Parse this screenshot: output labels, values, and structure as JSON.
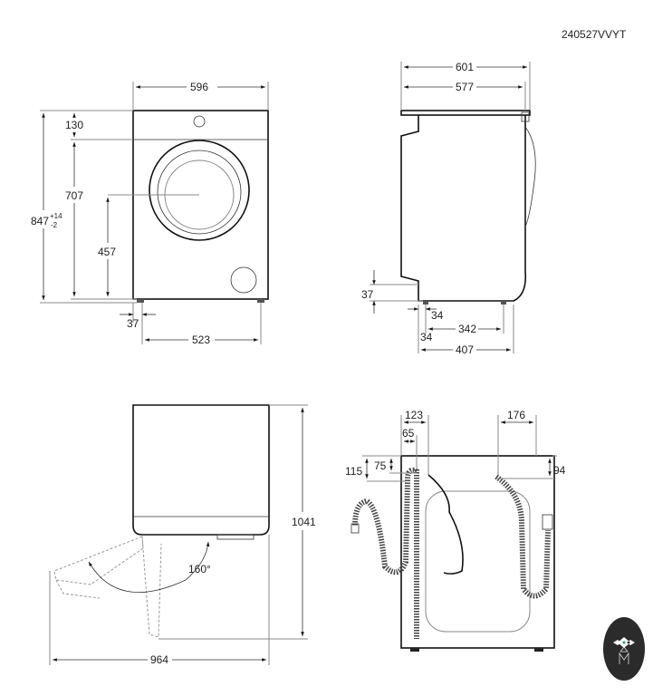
{
  "header": {
    "code": "240527VVYT"
  },
  "front_view": {
    "width": "596",
    "height_total": "847",
    "height_tol_plus": "+14",
    "height_tol_minus": "-2",
    "top_panel": "130",
    "door_to_base": "707",
    "door_center": "457",
    "foot_offset": "37",
    "foot_span": "523"
  },
  "side_view": {
    "depth_total": "601",
    "depth_body": "577",
    "foot_height": "37",
    "foot_a": "34",
    "foot_b": "34",
    "foot_span": "342",
    "depth_base": "407"
  },
  "top_view": {
    "depth_door_open": "1041",
    "width_door_open": "964",
    "door_angle": "160°"
  },
  "back_view": {
    "drain_x": "123",
    "inlet_left_x": "65",
    "inlet_right_x": "176",
    "drain_y": "115",
    "inlet_left_y": "75",
    "inlet_right_y": "94"
  },
  "colors": {
    "line": "#111111",
    "logo_bg": "#2b2b2b"
  }
}
